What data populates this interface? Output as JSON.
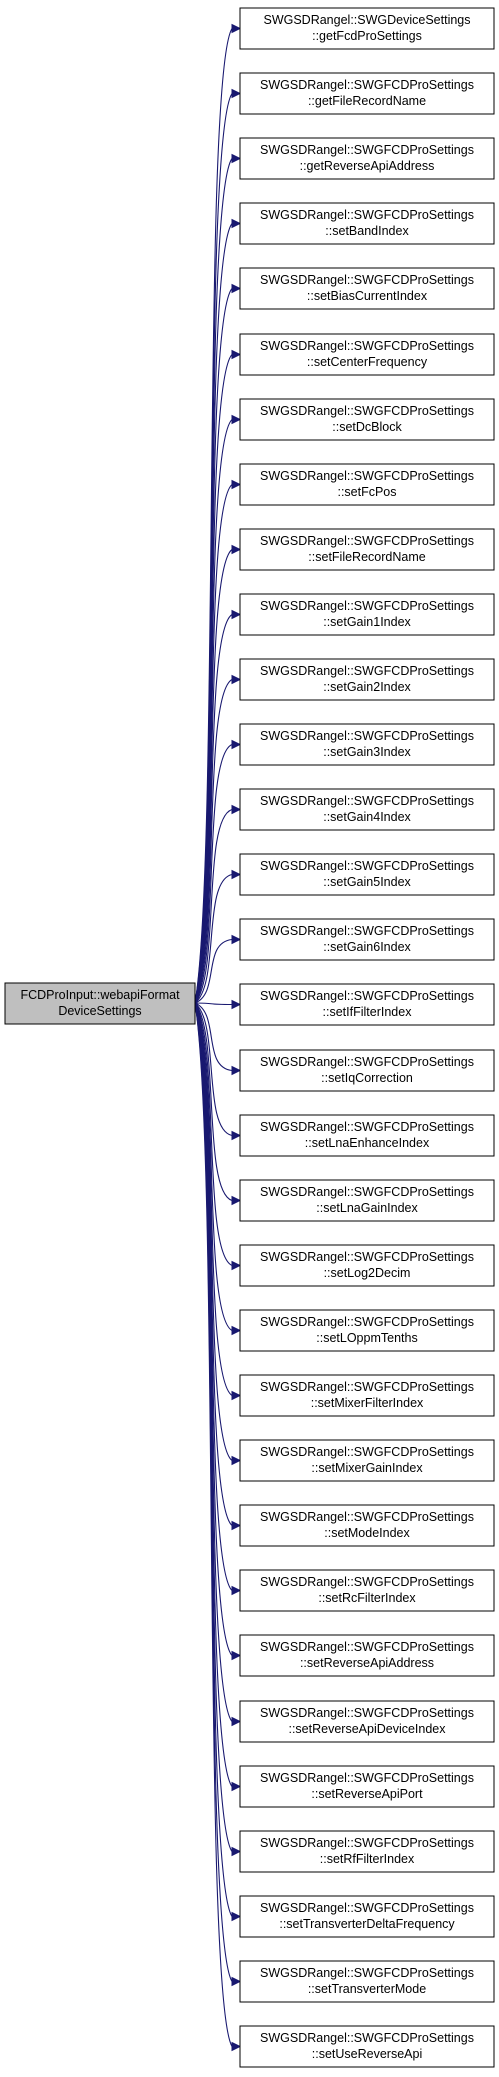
{
  "diagram": {
    "type": "call-graph",
    "colors": {
      "edge": "#191970",
      "source_fill": "#bfbfbf",
      "node_fill": "#ffffff",
      "node_stroke": "#000000"
    },
    "source": {
      "line1": "FCDProInput::webapiFormat",
      "line2": "DeviceSettings"
    },
    "targets": [
      {
        "line1": "SWGSDRangel::SWGDeviceSettings",
        "line2": "::getFcdProSettings"
      },
      {
        "line1": "SWGSDRangel::SWGFCDProSettings",
        "line2": "::getFileRecordName"
      },
      {
        "line1": "SWGSDRangel::SWGFCDProSettings",
        "line2": "::getReverseApiAddress"
      },
      {
        "line1": "SWGSDRangel::SWGFCDProSettings",
        "line2": "::setBandIndex"
      },
      {
        "line1": "SWGSDRangel::SWGFCDProSettings",
        "line2": "::setBiasCurrentIndex"
      },
      {
        "line1": "SWGSDRangel::SWGFCDProSettings",
        "line2": "::setCenterFrequency"
      },
      {
        "line1": "SWGSDRangel::SWGFCDProSettings",
        "line2": "::setDcBlock"
      },
      {
        "line1": "SWGSDRangel::SWGFCDProSettings",
        "line2": "::setFcPos"
      },
      {
        "line1": "SWGSDRangel::SWGFCDProSettings",
        "line2": "::setFileRecordName"
      },
      {
        "line1": "SWGSDRangel::SWGFCDProSettings",
        "line2": "::setGain1Index"
      },
      {
        "line1": "SWGSDRangel::SWGFCDProSettings",
        "line2": "::setGain2Index"
      },
      {
        "line1": "SWGSDRangel::SWGFCDProSettings",
        "line2": "::setGain3Index"
      },
      {
        "line1": "SWGSDRangel::SWGFCDProSettings",
        "line2": "::setGain4Index"
      },
      {
        "line1": "SWGSDRangel::SWGFCDProSettings",
        "line2": "::setGain5Index"
      },
      {
        "line1": "SWGSDRangel::SWGFCDProSettings",
        "line2": "::setGain6Index"
      },
      {
        "line1": "SWGSDRangel::SWGFCDProSettings",
        "line2": "::setIfFilterIndex"
      },
      {
        "line1": "SWGSDRangel::SWGFCDProSettings",
        "line2": "::setIqCorrection"
      },
      {
        "line1": "SWGSDRangel::SWGFCDProSettings",
        "line2": "::setLnaEnhanceIndex"
      },
      {
        "line1": "SWGSDRangel::SWGFCDProSettings",
        "line2": "::setLnaGainIndex"
      },
      {
        "line1": "SWGSDRangel::SWGFCDProSettings",
        "line2": "::setLog2Decim"
      },
      {
        "line1": "SWGSDRangel::SWGFCDProSettings",
        "line2": "::setLOppmTenths"
      },
      {
        "line1": "SWGSDRangel::SWGFCDProSettings",
        "line2": "::setMixerFilterIndex"
      },
      {
        "line1": "SWGSDRangel::SWGFCDProSettings",
        "line2": "::setMixerGainIndex"
      },
      {
        "line1": "SWGSDRangel::SWGFCDProSettings",
        "line2": "::setModeIndex"
      },
      {
        "line1": "SWGSDRangel::SWGFCDProSettings",
        "line2": "::setRcFilterIndex"
      },
      {
        "line1": "SWGSDRangel::SWGFCDProSettings",
        "line2": "::setReverseApiAddress"
      },
      {
        "line1": "SWGSDRangel::SWGFCDProSettings",
        "line2": "::setReverseApiDeviceIndex"
      },
      {
        "line1": "SWGSDRangel::SWGFCDProSettings",
        "line2": "::setReverseApiPort"
      },
      {
        "line1": "SWGSDRangel::SWGFCDProSettings",
        "line2": "::setRfFilterIndex"
      },
      {
        "line1": "SWGSDRangel::SWGFCDProSettings",
        "line2": "::setTransverterDeltaFrequency"
      },
      {
        "line1": "SWGSDRangel::SWGFCDProSettings",
        "line2": "::setTransverterMode"
      },
      {
        "line1": "SWGSDRangel::SWGFCDProSettings",
        "line2": "::setUseReverseApi"
      }
    ]
  }
}
